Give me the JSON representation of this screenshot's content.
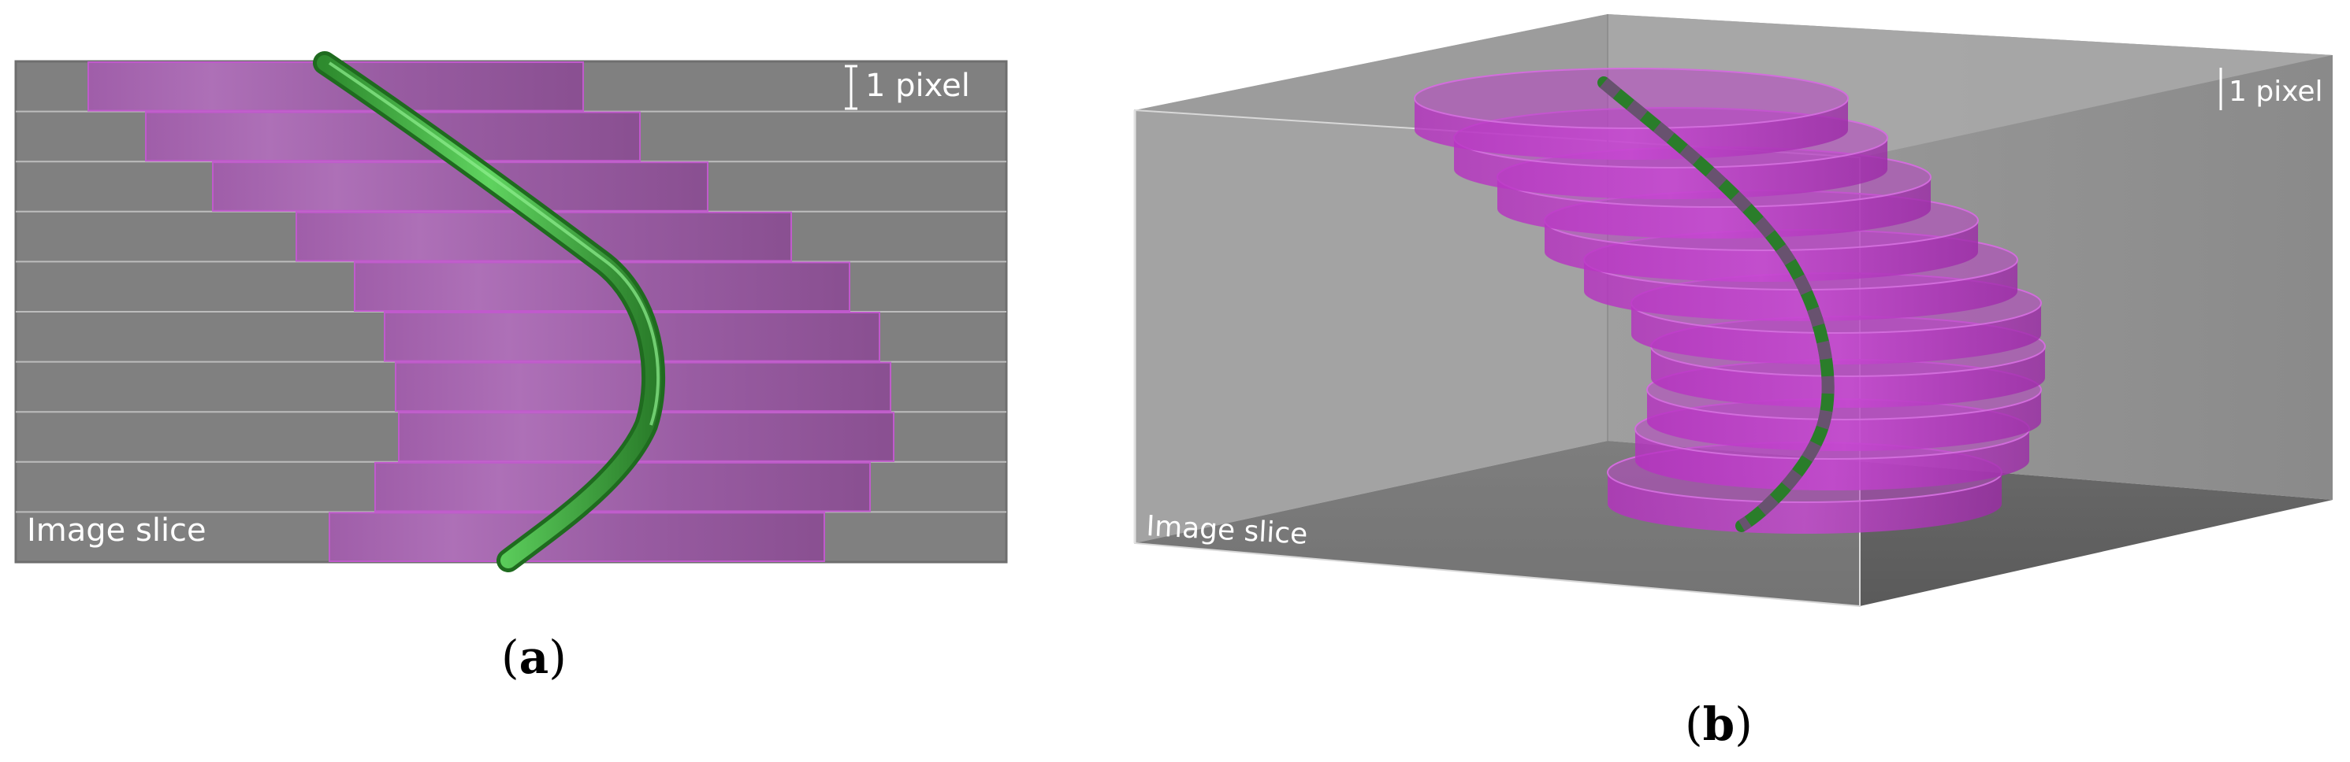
{
  "panel_a": {
    "caption": "(a)",
    "caption_letter": "a",
    "scale_label": "1 pixel",
    "slice_label": "Image slice"
  },
  "panel_b": {
    "caption": "(b)",
    "caption_letter": "b",
    "scale_label": "1 pixel",
    "slice_label": "Image slice"
  },
  "colors": {
    "slice_gray": "#7f7f7f",
    "disk_magenta": "#b23fc4",
    "fiber_green": "#3caa3c"
  }
}
